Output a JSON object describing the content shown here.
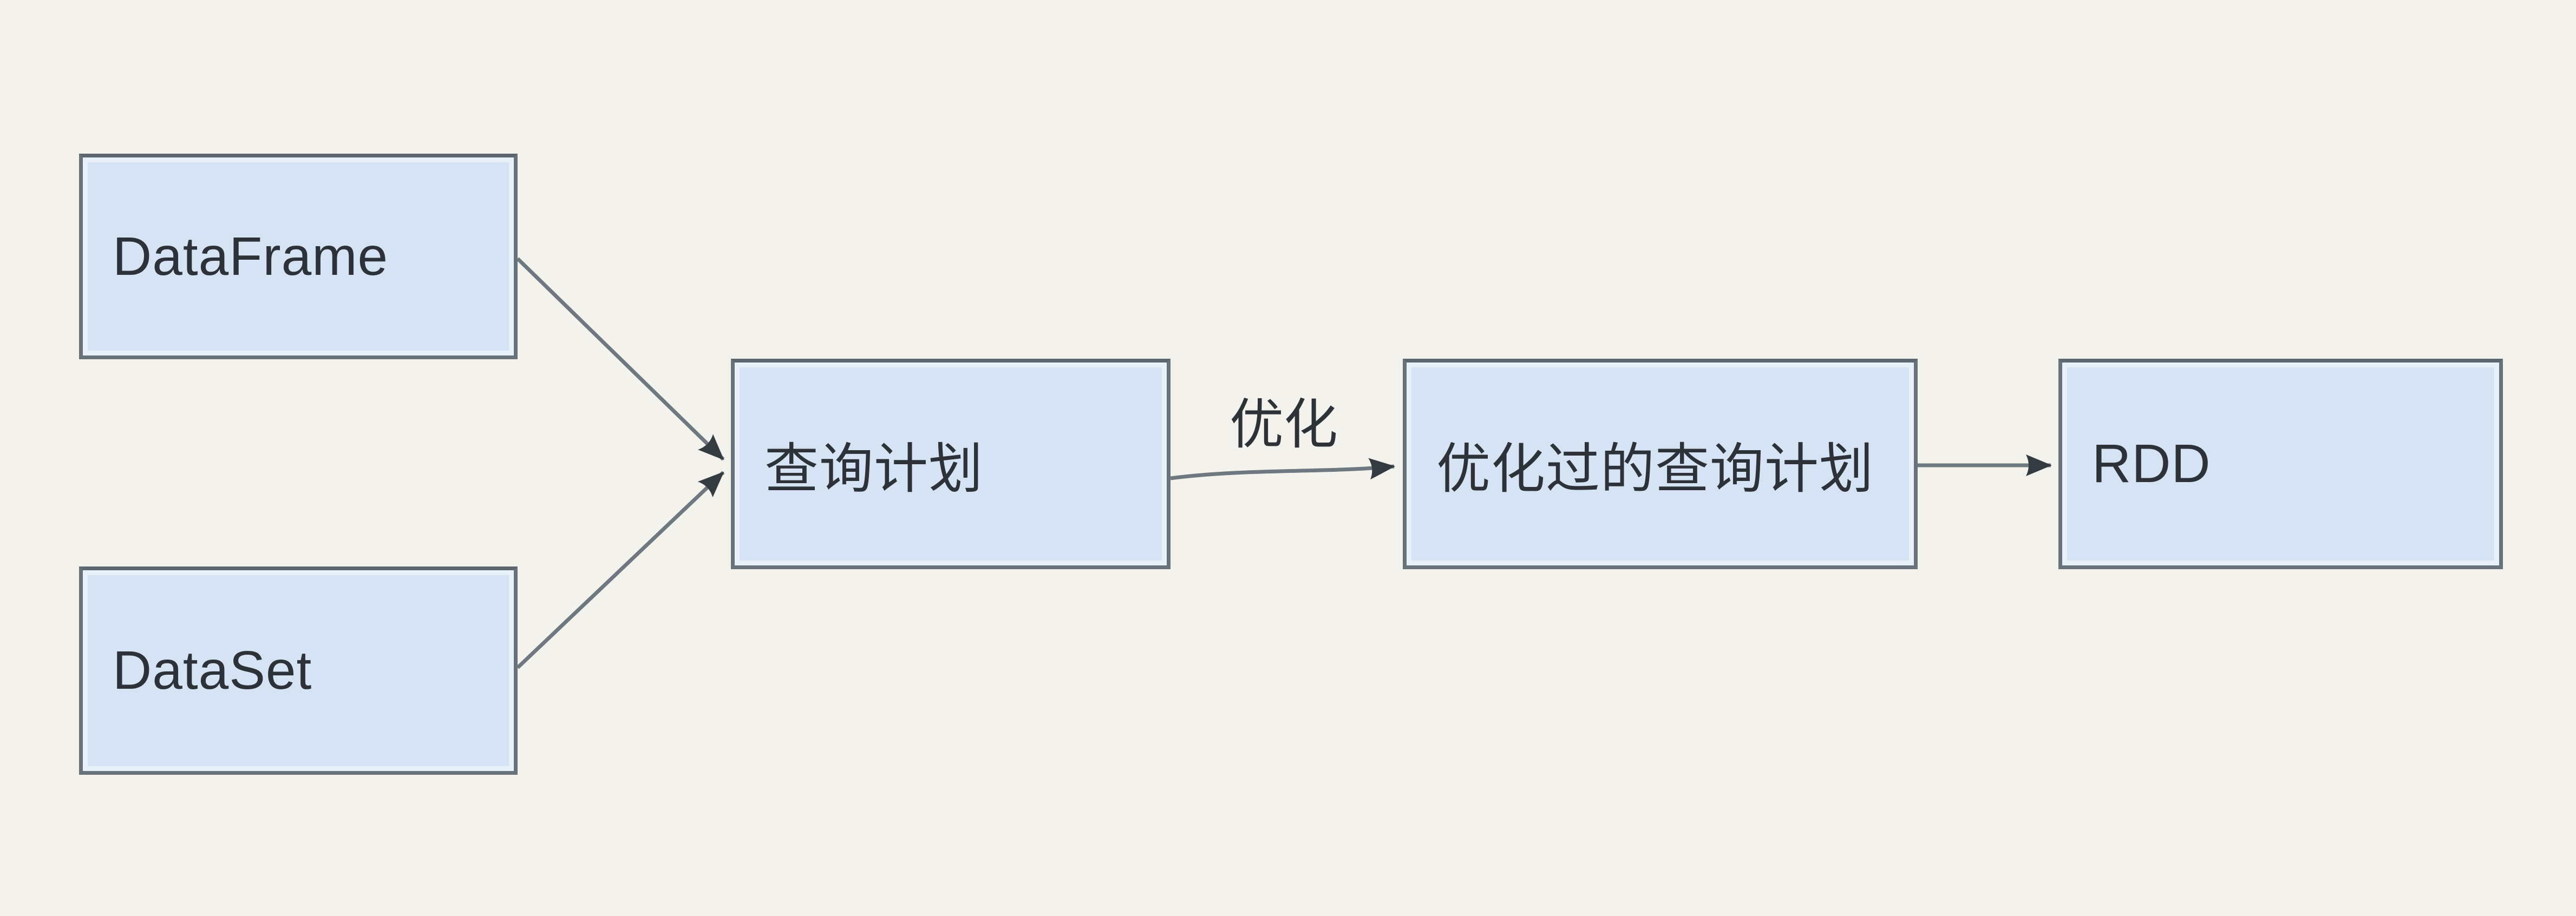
{
  "diagram": {
    "nodes": [
      {
        "id": "dataframe",
        "label": "DataFrame"
      },
      {
        "id": "dataset",
        "label": "DataSet"
      },
      {
        "id": "query-plan",
        "label": "查询计划"
      },
      {
        "id": "optimized-query-plan",
        "label": "优化过的查询计划"
      },
      {
        "id": "rdd",
        "label": "RDD"
      }
    ],
    "edges": [
      {
        "from": "DataFrame",
        "to": "查询计划",
        "label": ""
      },
      {
        "from": "DataSet",
        "to": "查询计划",
        "label": ""
      },
      {
        "from": "查询计划",
        "to": "优化过的查询计划",
        "label": "优化"
      },
      {
        "from": "优化过的查询计划",
        "to": "RDD",
        "label": ""
      }
    ],
    "colors": {
      "background": "#f4f2ed",
      "node_fill": "#d5e3f4",
      "node_border": "#68727a",
      "edge_line": "#6e7880",
      "arrowhead": "#343b41",
      "text": "#2c3237"
    }
  }
}
